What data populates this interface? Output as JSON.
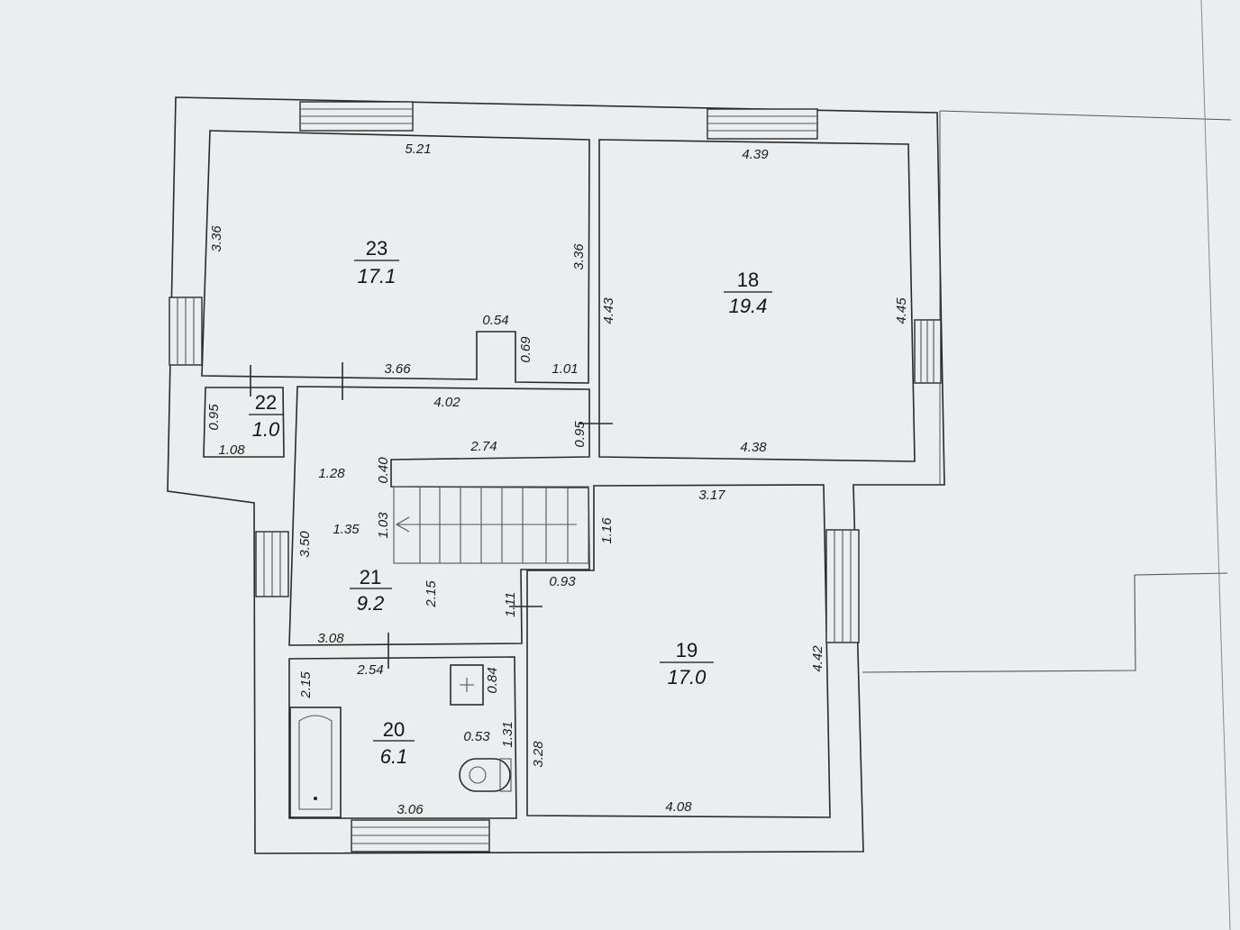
{
  "rooms": [
    {
      "id": "room-23",
      "number": "23",
      "area": "17.1"
    },
    {
      "id": "room-18",
      "number": "18",
      "area": "19.4"
    },
    {
      "id": "room-22",
      "number": "22",
      "area": "1.0"
    },
    {
      "id": "room-21",
      "number": "21",
      "area": "9.2"
    },
    {
      "id": "room-19",
      "number": "19",
      "area": "17.0"
    },
    {
      "id": "room-20",
      "number": "20",
      "area": "6.1"
    }
  ],
  "dimensions": {
    "r23_top": "5.21",
    "r23_left": "3.36",
    "r23_right": "3.36",
    "r23_bottom": "3.66",
    "r23_notch_width": "0.54",
    "r23_notch_depth": "0.69",
    "r23_bottom_right": "1.01",
    "r18_top": "4.39",
    "r18_left": "4.43",
    "r18_right": "4.45",
    "r18_bottom": "4.38",
    "r22_height": "0.95",
    "r22_width": "1.08",
    "hall_top": "4.02",
    "hall_door": "0.95",
    "hall_step": "0.40",
    "hall_landing": "2.74",
    "hall_width": "1.28",
    "hall_stair_landing": "1.35",
    "hall_stair_width": "1.03",
    "hall_left": "3.50",
    "hall_lower": "2.15",
    "hall_door_right": "1.11",
    "hall_bottom": "3.08",
    "r19_top": "3.17",
    "r19_stair_side": "1.16",
    "r19_offset": "0.93",
    "r19_right": "4.42",
    "r19_left": "3.28",
    "r19_bottom": "4.08",
    "r20_top": "2.54",
    "r20_left": "2.15",
    "r20_fixture_depth": "0.84",
    "r20_toilet_width": "0.53",
    "r20_toilet_depth": "1.31",
    "r20_bottom": "3.06"
  }
}
